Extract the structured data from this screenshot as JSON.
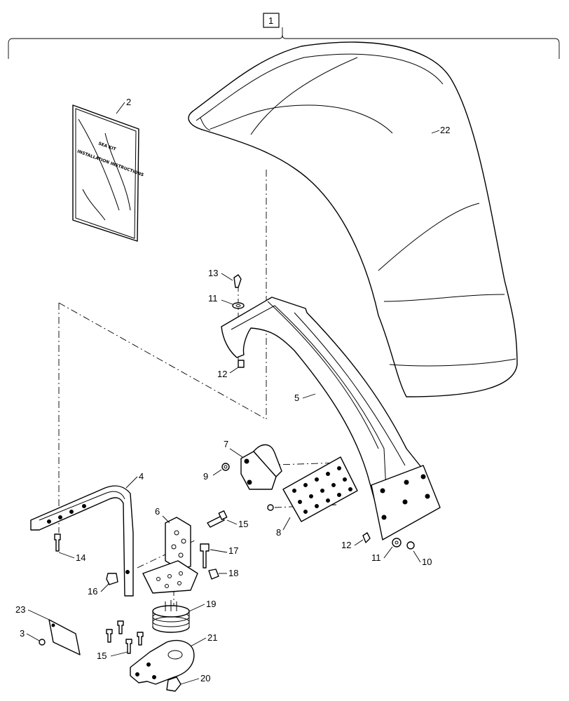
{
  "manual": {
    "line1": "SEA KIT",
    "line2": "INSTALLATION INSTRUCTIONS"
  },
  "callouts": {
    "c1": "1",
    "c2": "2",
    "c3": "3",
    "c4": "4",
    "c5": "5",
    "c6": "6",
    "c7": "7",
    "c8": "8",
    "c9": "9",
    "c10": "10",
    "c11a": "11",
    "c11b": "11",
    "c12a": "12",
    "c12b": "12",
    "c13": "13",
    "c14": "14",
    "c15a": "15",
    "c15b": "15",
    "c16": "16",
    "c17": "17",
    "c18": "18",
    "c19": "19",
    "c20": "20",
    "c21": "21",
    "c22": "22",
    "c23": "23"
  }
}
